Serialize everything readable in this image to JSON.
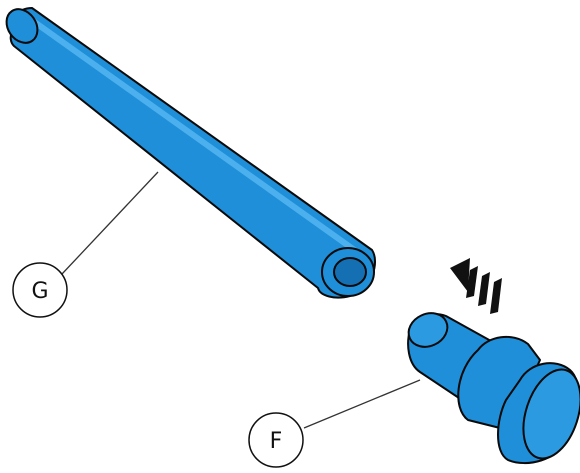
{
  "parts": [
    {
      "id": "G",
      "label": "G",
      "kind": "tube"
    },
    {
      "id": "F",
      "label": "F",
      "kind": "plug"
    }
  ],
  "insert_direction": "arrow-toward-tube",
  "colors": {
    "part_fill": "#1e8fd8",
    "part_light": "#4cb0ee",
    "part_shade": "#1570b3",
    "outline": "#0a0a0a",
    "background": "#ffffff",
    "arrow": "#111111"
  }
}
